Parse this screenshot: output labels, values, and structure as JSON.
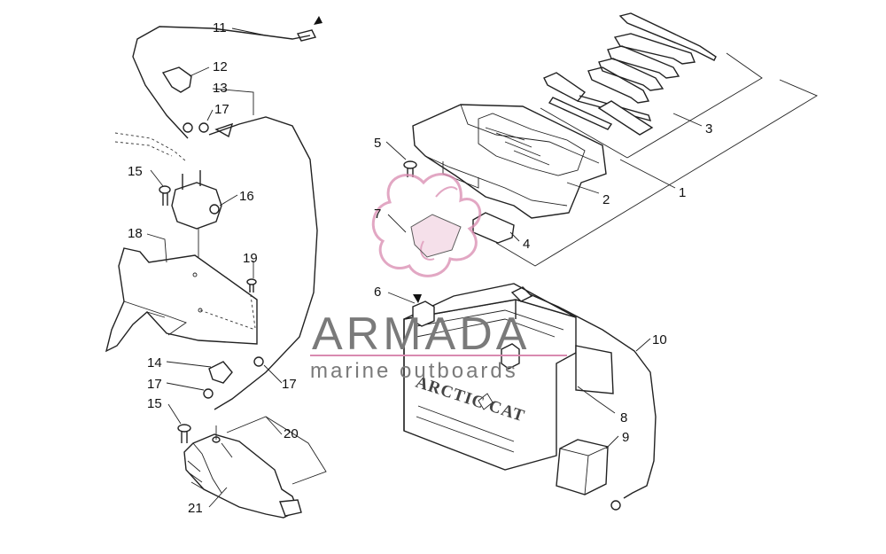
{
  "diagram": {
    "callouts": [
      "1",
      "2",
      "3",
      "4",
      "5",
      "6",
      "7",
      "8",
      "9",
      "10",
      "11",
      "12",
      "13",
      "14",
      "15",
      "16",
      "17",
      "18",
      "19",
      "20",
      "21"
    ],
    "repeat_callouts": {
      "c15b": "15",
      "c17b": "17",
      "c17c": "17"
    },
    "battery_brand": "ARCTIC CAT"
  },
  "watermark": {
    "title": "ARMADA",
    "subtitle": "marine outboards",
    "accent_color": "#d98ab0",
    "text_color": "#7a7a7a"
  }
}
